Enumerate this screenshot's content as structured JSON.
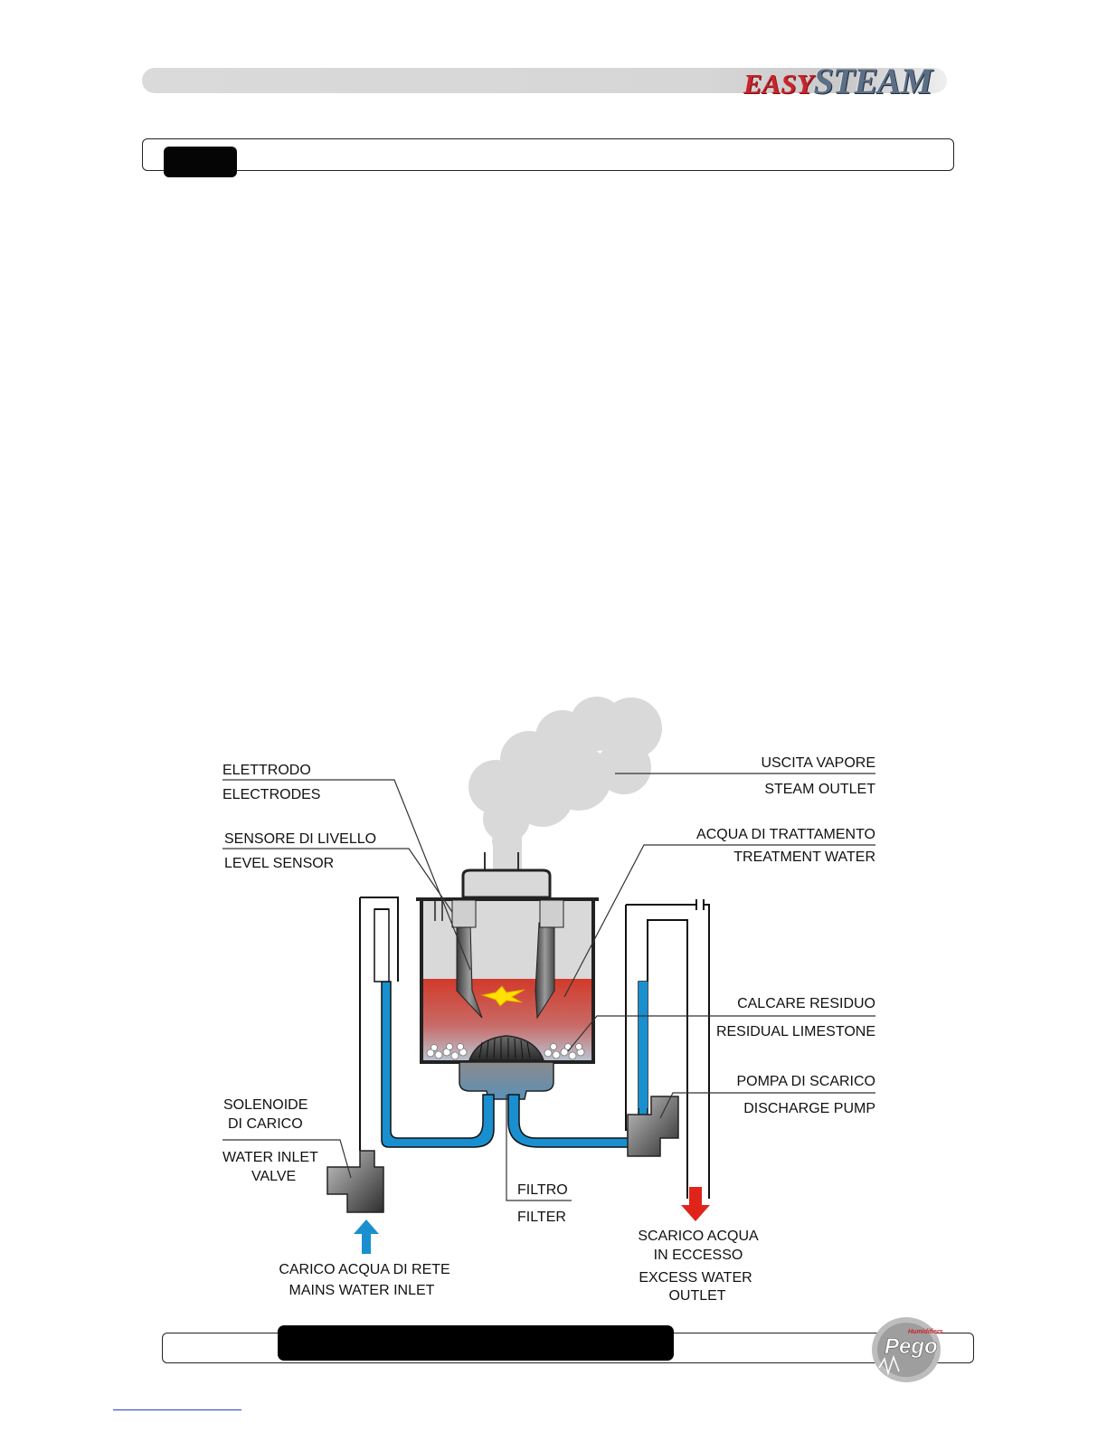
{
  "header": {
    "brand_easy": "EASY",
    "brand_steam": "STEAM"
  },
  "diagram": {
    "labels": {
      "electrode_it": "ELETTRODO",
      "electrode_en": "ELECTRODES",
      "level_sensor_it": "SENSORE DI LIVELLO",
      "level_sensor_en": "LEVEL SENSOR",
      "steam_outlet_it": "USCITA VAPORE",
      "steam_outlet_en": "STEAM OUTLET",
      "treatment_water_it": "ACQUA DI TRATTAMENTO",
      "treatment_water_en": "TREATMENT WATER",
      "limestone_it": "CALCARE RESIDUO",
      "limestone_en": "RESIDUAL LIMESTONE",
      "pump_it": "POMPA DI SCARICO",
      "pump_en": "DISCHARGE PUMP",
      "solenoid_it_1": "SOLENOIDE",
      "solenoid_it_2": "DI CARICO",
      "inlet_valve_en_1": "WATER INLET",
      "inlet_valve_en_2": "VALVE",
      "filter_it": "FILTRO",
      "filter_en": "FILTER",
      "mains_inlet_it": "CARICO ACQUA DI RETE",
      "mains_inlet_en": "MAINS WATER INLET",
      "excess_outlet_it_1": "SCARICO ACQUA",
      "excess_outlet_it_2": "IN ECCESSO",
      "excess_outlet_en_1": "EXCESS WATER",
      "excess_outlet_en_2": "OUTLET"
    },
    "colors": {
      "water": "#1a8fd0",
      "hot_water": "#d23a2a",
      "steam": "#d9d9d9",
      "inlet_arrow": "#1a8fd0",
      "outlet_arrow": "#e0241b"
    }
  },
  "footer": {
    "logo_small": "Humidifiers",
    "logo_main": "Pego"
  }
}
